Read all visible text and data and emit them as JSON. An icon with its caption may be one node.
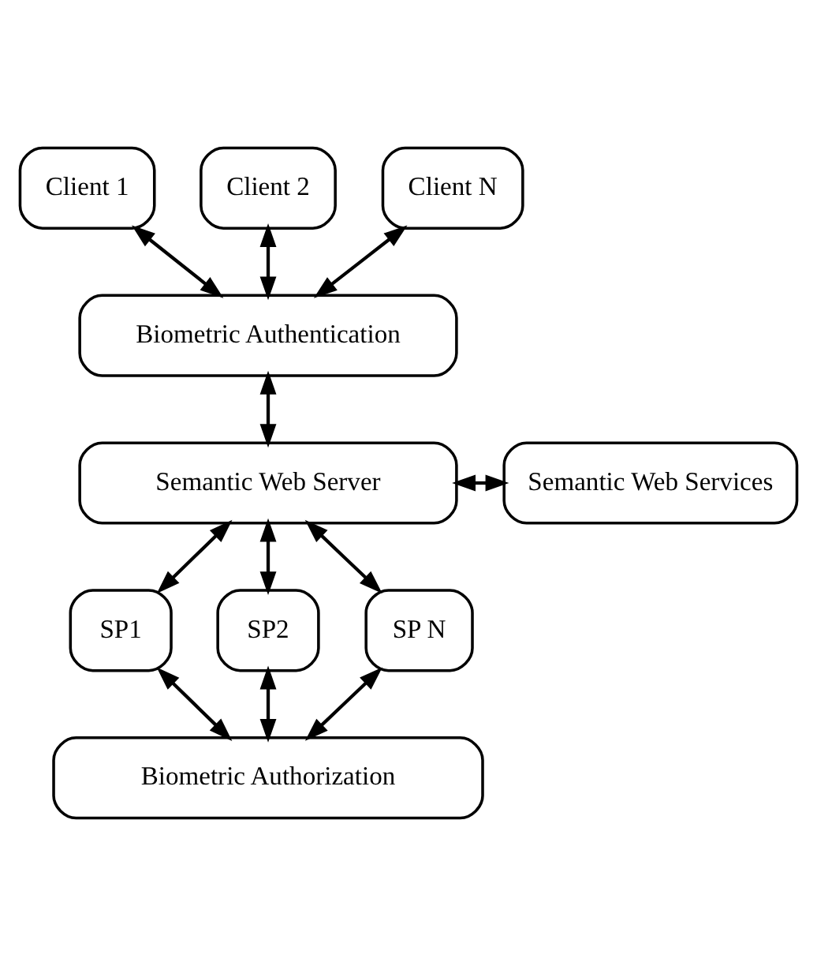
{
  "diagram": {
    "nodes": [
      {
        "text": [
          "Client 1"
        ]
      },
      {
        "text": [
          "Client 2"
        ]
      },
      {
        "text": [
          "Client N"
        ]
      },
      {
        "text": [
          "Biometric Authentication"
        ]
      },
      {
        "text": [
          "Semantic Web Server"
        ]
      },
      {
        "text": [
          "Semantic Web Services"
        ]
      },
      {
        "text": [
          "SP1"
        ]
      },
      {
        "text": [
          "SP2"
        ]
      },
      {
        "text": [
          "SP N"
        ]
      },
      {
        "text": [
          "Biometric Authorization"
        ]
      }
    ],
    "edges": [
      {
        "from": 3,
        "to": 0,
        "arrow": "both"
      },
      {
        "from": 3,
        "to": 1,
        "arrow": "both"
      },
      {
        "from": 3,
        "to": 2,
        "arrow": "both"
      },
      {
        "from": 3,
        "to": 4,
        "arrow": "both"
      },
      {
        "from": 4,
        "to": 5,
        "arrow": "both"
      },
      {
        "from": 4,
        "to": 6,
        "arrow": "both"
      },
      {
        "from": 4,
        "to": 7,
        "arrow": "both"
      },
      {
        "from": 4,
        "to": 8,
        "arrow": "both"
      },
      {
        "from": 9,
        "to": 6,
        "arrow": "both"
      },
      {
        "from": 9,
        "to": 7,
        "arrow": "both"
      },
      {
        "from": 9,
        "to": 8,
        "arrow": "both"
      }
    ]
  }
}
